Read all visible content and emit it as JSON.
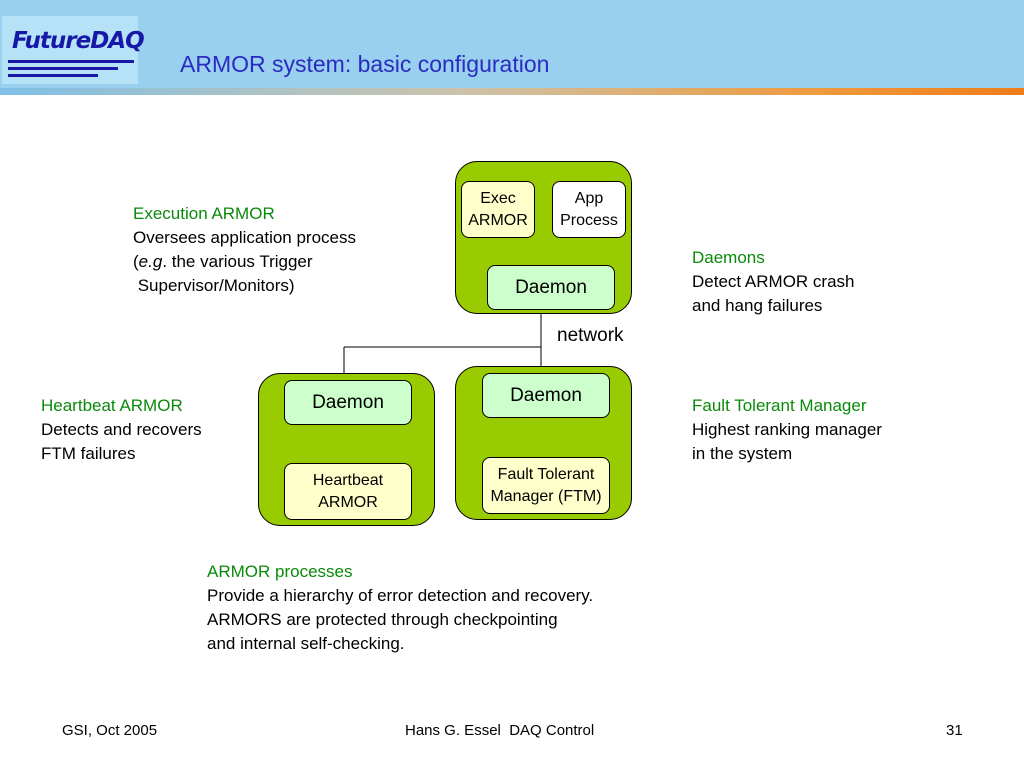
{
  "header": {
    "logo_text": "FutureDAQ",
    "title": "ARMOR system: basic configuration"
  },
  "notes": {
    "execution": {
      "title": "Execution ARMOR",
      "line1": "Oversees application process",
      "line2_open": "(",
      "line2_em": "e.g",
      "line2_rest": ". the various Trigger",
      "line3": " Supervisor/Monitors)"
    },
    "daemons": {
      "title": "Daemons",
      "line1": "Detect ARMOR crash",
      "line2": "and hang failures"
    },
    "heartbeat": {
      "title": "Heartbeat ARMOR",
      "line1": "Detects and recovers",
      "line2": "FTM failures"
    },
    "ftm": {
      "title": "Fault Tolerant Manager",
      "line1": "Highest ranking manager",
      "line2": "in the system"
    },
    "processes": {
      "title": "ARMOR processes",
      "line1": "Provide a hierarchy of error detection and recovery.",
      "line2": "ARMORS are protected through checkpointing",
      "line3": "and internal self-checking."
    }
  },
  "diagram": {
    "network_label": "network",
    "node_top": {
      "exec_line1": "Exec",
      "exec_line2": "ARMOR",
      "app_line1": "App",
      "app_line2": "Process",
      "daemon": "Daemon"
    },
    "node_left": {
      "daemon": "Daemon",
      "heartbeat_line1": "Heartbeat",
      "heartbeat_line2": "ARMOR"
    },
    "node_right": {
      "daemon": "Daemon",
      "ftm_line1": "Fault Tolerant",
      "ftm_line2": "Manager (FTM)"
    }
  },
  "footer": {
    "left": "GSI, Oct 2005",
    "center": "Hans G. Essel  DAQ Control",
    "page": "31"
  },
  "colors": {
    "header_bg": "#99d0f0",
    "title_text": "#2b2bbf",
    "note_heading": "#0a8a0a",
    "node_group": "#99cc00",
    "daemon_box": "#ccffcc",
    "armor_box": "#ffffcc"
  }
}
